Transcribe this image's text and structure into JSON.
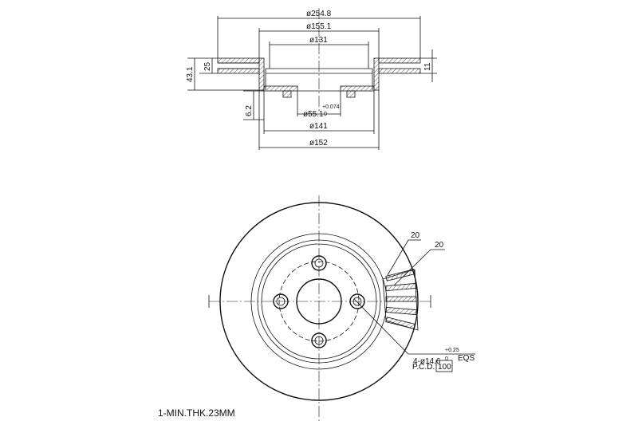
{
  "drawing": {
    "section_dims": {
      "outer_dia": "ø254.8",
      "hat_dia": "ø155.1",
      "bore_dia": "ø131",
      "hub_dia": "ø141",
      "bottom_dia": "ø152",
      "center_bore": "ø55.1",
      "center_bore_tol_upper": "+0.074",
      "center_bore_tol_lower": "0",
      "total_height": "43.1",
      "disc_height": "25",
      "flange_thk": "11",
      "hub_thk": "6.2"
    },
    "front_view": {
      "vent_label_a": "20",
      "vent_label_b": "20",
      "hole_callout": "4-ø14.6",
      "hole_tol_upper": "+0.25",
      "hole_tol_lower": "0",
      "hole_eqs": "EQS",
      "pcd_label": "P.C.D.",
      "pcd_value": "100"
    },
    "note": "1-MIN.THK.23MM"
  }
}
